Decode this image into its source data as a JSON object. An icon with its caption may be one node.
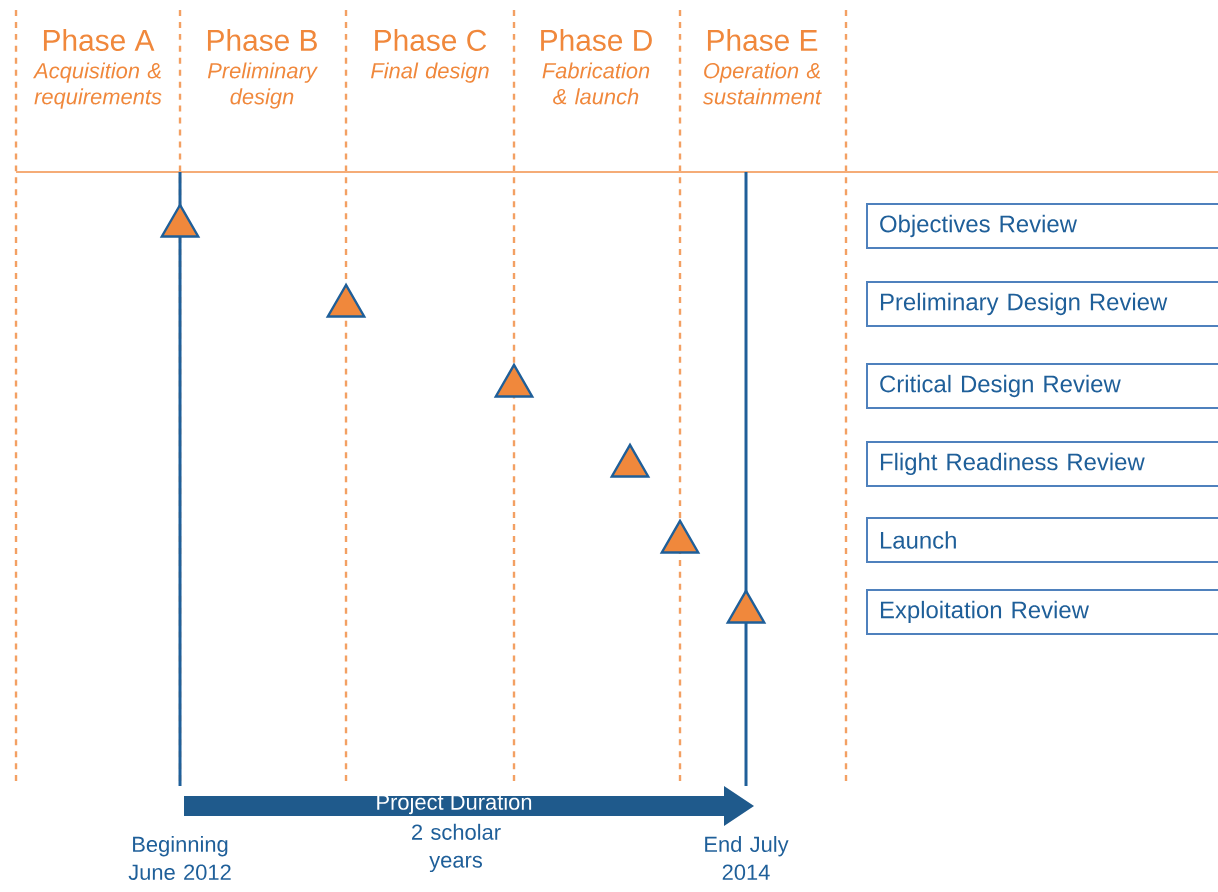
{
  "diagram": {
    "nodes": [
      {
        "text": [
          "Objectives Review"
        ]
      },
      {
        "text": [
          "Preliminary Design Review"
        ]
      },
      {
        "text": [
          "Critical Design Review"
        ]
      },
      {
        "text": [
          "Flight Readiness Review"
        ]
      },
      {
        "text": [
          "Launch"
        ]
      },
      {
        "text": [
          "Exploitation Review"
        ]
      },
      {
        "text": [
          "Project Duration"
        ]
      },
      {
        "text": [],
        "shape": "triangle"
      },
      {
        "text": [],
        "shape": "triangle"
      },
      {
        "text": [],
        "shape": "triangle"
      },
      {
        "text": [],
        "shape": "triangle"
      },
      {
        "text": [],
        "shape": "triangle"
      },
      {
        "text": [],
        "shape": "triangle"
      }
    ],
    "labels": [
      "Phase A",
      "Acquisition & requirements",
      "Phase B",
      "Preliminary design",
      "Phase C",
      "Final design",
      "Phase D",
      "Fabrication & launch",
      "Phase E",
      "Operation & sustainment",
      "Beginning June 2012",
      "2 scholar years",
      "End July 2014"
    ]
  }
}
